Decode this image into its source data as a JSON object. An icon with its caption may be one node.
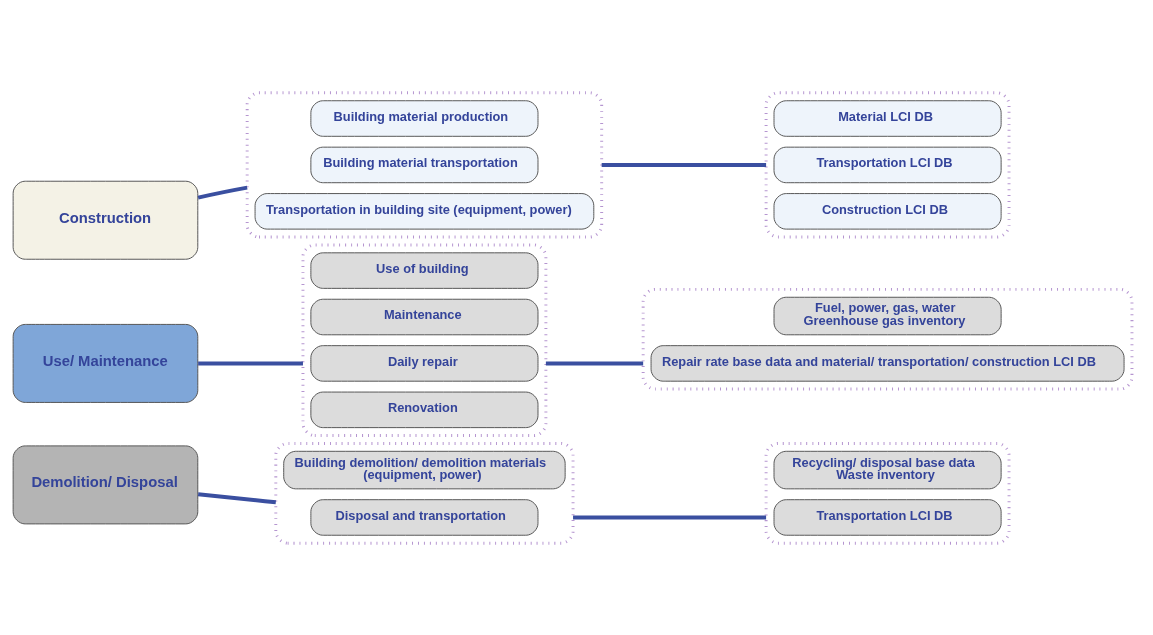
{
  "diagram": {
    "nodes": [
      {
        "text": [
          "Construction"
        ]
      },
      {
        "text": [],
        "shape": "box"
      },
      {
        "text": [
          "Building material production"
        ],
        "in": 1
      },
      {
        "text": [
          "Building material transportation"
        ],
        "in": 1
      },
      {
        "text": [
          "Transportation in building site (equipment, power)"
        ],
        "in": 1
      },
      {
        "text": [],
        "shape": "box"
      },
      {
        "text": [
          "Material LCI DB"
        ],
        "in": 5
      },
      {
        "text": [
          "Transportation LCI DB"
        ],
        "in": 5
      },
      {
        "text": [
          "Construction LCI DB"
        ],
        "in": 5
      },
      {
        "text": [
          "Use/ Maintenance"
        ]
      },
      {
        "text": [],
        "shape": "box"
      },
      {
        "text": [
          "Use of building"
        ],
        "in": 10
      },
      {
        "text": [
          "Maintenance"
        ],
        "in": 10
      },
      {
        "text": [
          "Daily repair"
        ],
        "in": 10
      },
      {
        "text": [
          "Renovation"
        ],
        "in": 10
      },
      {
        "text": [],
        "shape": "box"
      },
      {
        "text": [
          "Fuel, power, gas, water",
          "Greenhouse gas inventory"
        ],
        "in": 15
      },
      {
        "text": [
          "Repair rate base data and material/ transportation/ construction LCI DB"
        ],
        "in": 15
      },
      {
        "text": [
          "Demolition/ Disposal"
        ]
      },
      {
        "text": [],
        "shape": "box"
      },
      {
        "text": [
          "Building demolition/ demolition materials",
          "(equipment, power)"
        ],
        "in": 19
      },
      {
        "text": [
          "Disposal and transportation"
        ],
        "in": 19
      },
      {
        "text": [],
        "shape": "box"
      },
      {
        "text": [
          "Recycling/ disposal base data",
          "Waste inventory"
        ],
        "in": 22
      },
      {
        "text": [
          "Transportation LCI DB"
        ],
        "in": 22
      }
    ],
    "edges": [
      {
        "from": 0,
        "to": 1,
        "arrow": "none"
      },
      {
        "from": 1,
        "to": 5,
        "arrow": "none"
      },
      {
        "from": 9,
        "to": 10,
        "arrow": "none"
      },
      {
        "from": 10,
        "to": 15,
        "arrow": "none"
      },
      {
        "from": 18,
        "to": 19,
        "arrow": "none"
      },
      {
        "from": 19,
        "to": 22,
        "arrow": "none"
      }
    ]
  }
}
